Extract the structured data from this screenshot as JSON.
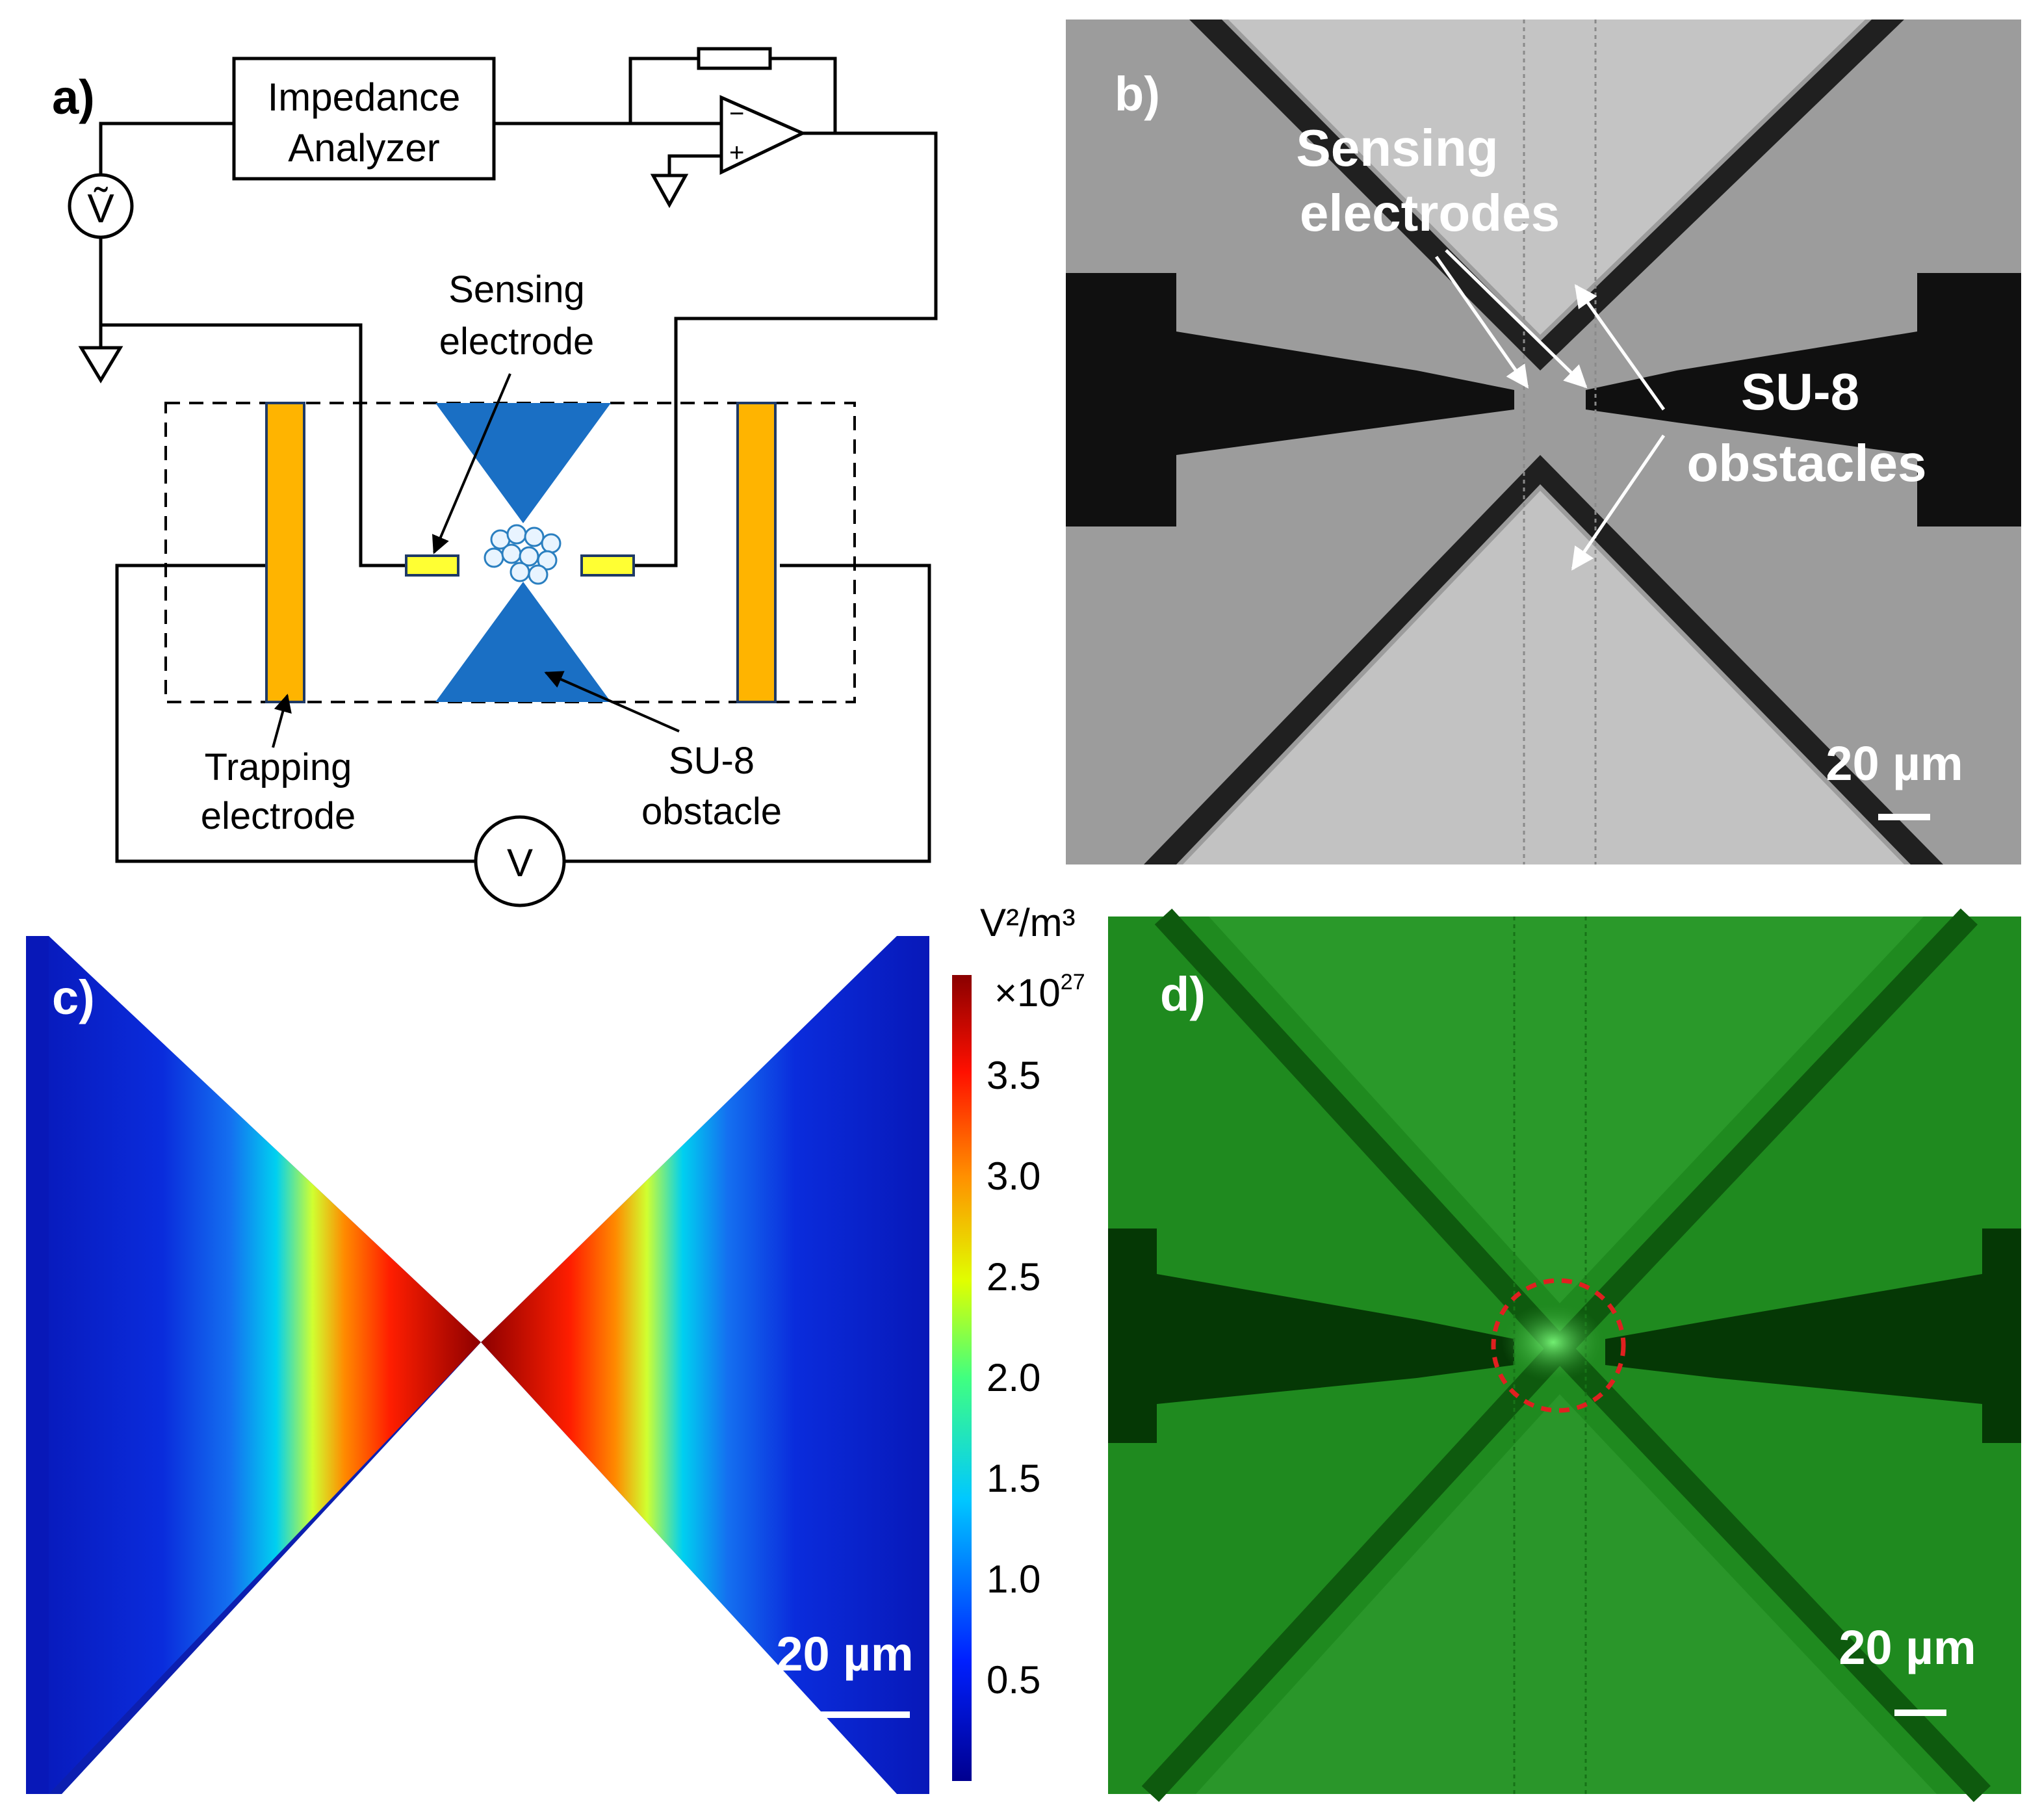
{
  "panel_a": {
    "label": "a)",
    "impedance_analyzer_line1": "Impedance",
    "impedance_analyzer_line2": "Analyzer",
    "ac_source_symbol": "Ṽ",
    "opamp_minus": "−",
    "opamp_plus": "+",
    "sensing_electrode_line1": "Sensing",
    "sensing_electrode_line2": "electrode",
    "trapping_electrode_line1": "Trapping",
    "trapping_electrode_line2": "electrode",
    "su8_line1": "SU-8",
    "su8_line2": "obstacle",
    "dc_source_symbol": "V",
    "colors": {
      "electrode": "#ffb400",
      "sensing_pad": "#ffff33",
      "obstacle": "#1a6fc4",
      "wire": "#000000"
    }
  },
  "panel_b": {
    "label": "b)",
    "sensing_line1": "Sensing",
    "sensing_line2": "electrodes",
    "su8_line1": "SU-8",
    "su8_line2": "obstacles",
    "scale_bar": "20 µm"
  },
  "panel_c": {
    "label": "c)",
    "unit": "V²/m³",
    "multiplier": "×10",
    "exponent": "27",
    "scale_bar": "20 µm",
    "colorbar_ticks": [
      "3.5",
      "3.0",
      "2.5",
      "2.0",
      "1.5",
      "1.0",
      "0.5"
    ]
  },
  "panel_d": {
    "label": "d)",
    "scale_bar": "20 µm",
    "highlight_color": "#e02020"
  }
}
